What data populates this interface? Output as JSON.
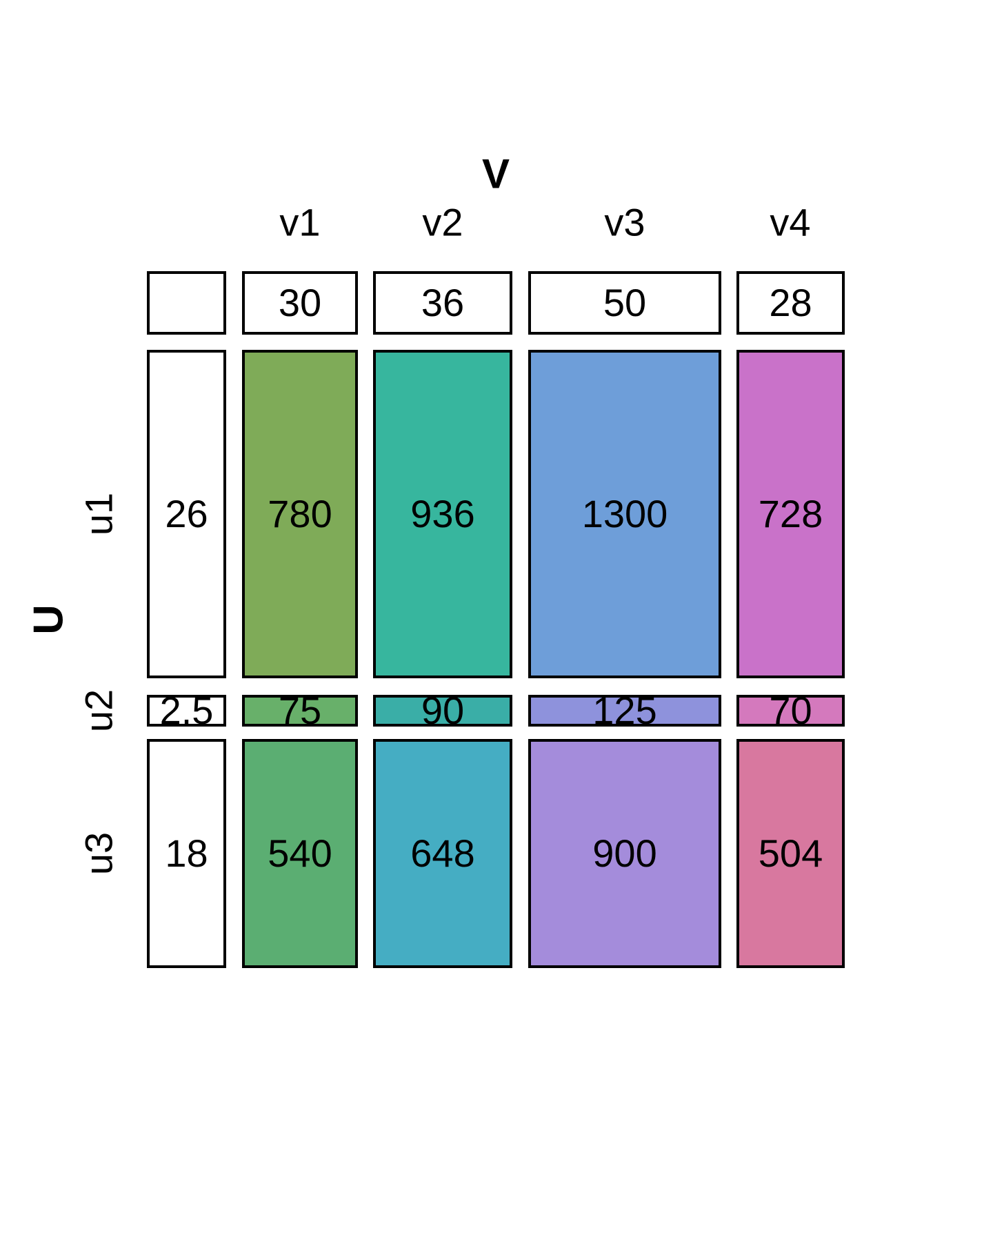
{
  "grid": {
    "title": "V",
    "side_title": "U",
    "col_labels": [
      "v1",
      "v2",
      "v3",
      "v4"
    ],
    "row_labels": [
      "u1",
      "u2",
      "u3"
    ],
    "col_marginals": [
      "30",
      "36",
      "50",
      "28"
    ],
    "rows": [
      {
        "label": "u1",
        "marginal": "26",
        "cells": [
          {
            "value": "780",
            "color": "#7FAB58"
          },
          {
            "value": "936",
            "color": "#37B69E"
          },
          {
            "value": "1300",
            "color": "#6E9ED9"
          },
          {
            "value": "728",
            "color": "#C972C9"
          }
        ]
      },
      {
        "label": "u2",
        "marginal": "2.5",
        "cells": [
          {
            "value": "75",
            "color": "#68B06A"
          },
          {
            "value": "90",
            "color": "#3AAEA7"
          },
          {
            "value": "125",
            "color": "#8E92DC"
          },
          {
            "value": "70",
            "color": "#D479BD"
          }
        ]
      },
      {
        "label": "u3",
        "marginal": "18",
        "cells": [
          {
            "value": "540",
            "color": "#5BAE72"
          },
          {
            "value": "648",
            "color": "#45ADC3"
          },
          {
            "value": "900",
            "color": "#A48CDB"
          },
          {
            "value": "504",
            "color": "#D8789F"
          }
        ]
      }
    ]
  },
  "chart_data": {
    "type": "table",
    "subtype": "mosaic-product-table",
    "title": "V",
    "row_variable": "U",
    "col_variable": "V",
    "row_categories": [
      "u1",
      "u2",
      "u3"
    ],
    "col_categories": [
      "v1",
      "v2",
      "v3",
      "v4"
    ],
    "col_marginals": [
      30,
      36,
      50,
      28
    ],
    "row_marginals": [
      26,
      2.5,
      18
    ],
    "cells": [
      [
        780,
        936,
        1300,
        728
      ],
      [
        75,
        90,
        125,
        70
      ],
      [
        540,
        648,
        900,
        504
      ]
    ],
    "cell_colors": [
      [
        "#7FAB58",
        "#37B69E",
        "#6E9ED9",
        "#C972C9"
      ],
      [
        "#68B06A",
        "#3AAEA7",
        "#8E92DC",
        "#D479BD"
      ],
      [
        "#5BAE72",
        "#45ADC3",
        "#A48CDB",
        "#D8789F"
      ]
    ],
    "layout_hints": {
      "column_widths_proportional_to": "col_marginals",
      "row_heights_proportional_to": "row_marginals",
      "marginal_boxes_fill": "#ffffff",
      "border_color": "#000000",
      "background": "#ffffff",
      "grid": "off",
      "legend": "none"
    }
  }
}
